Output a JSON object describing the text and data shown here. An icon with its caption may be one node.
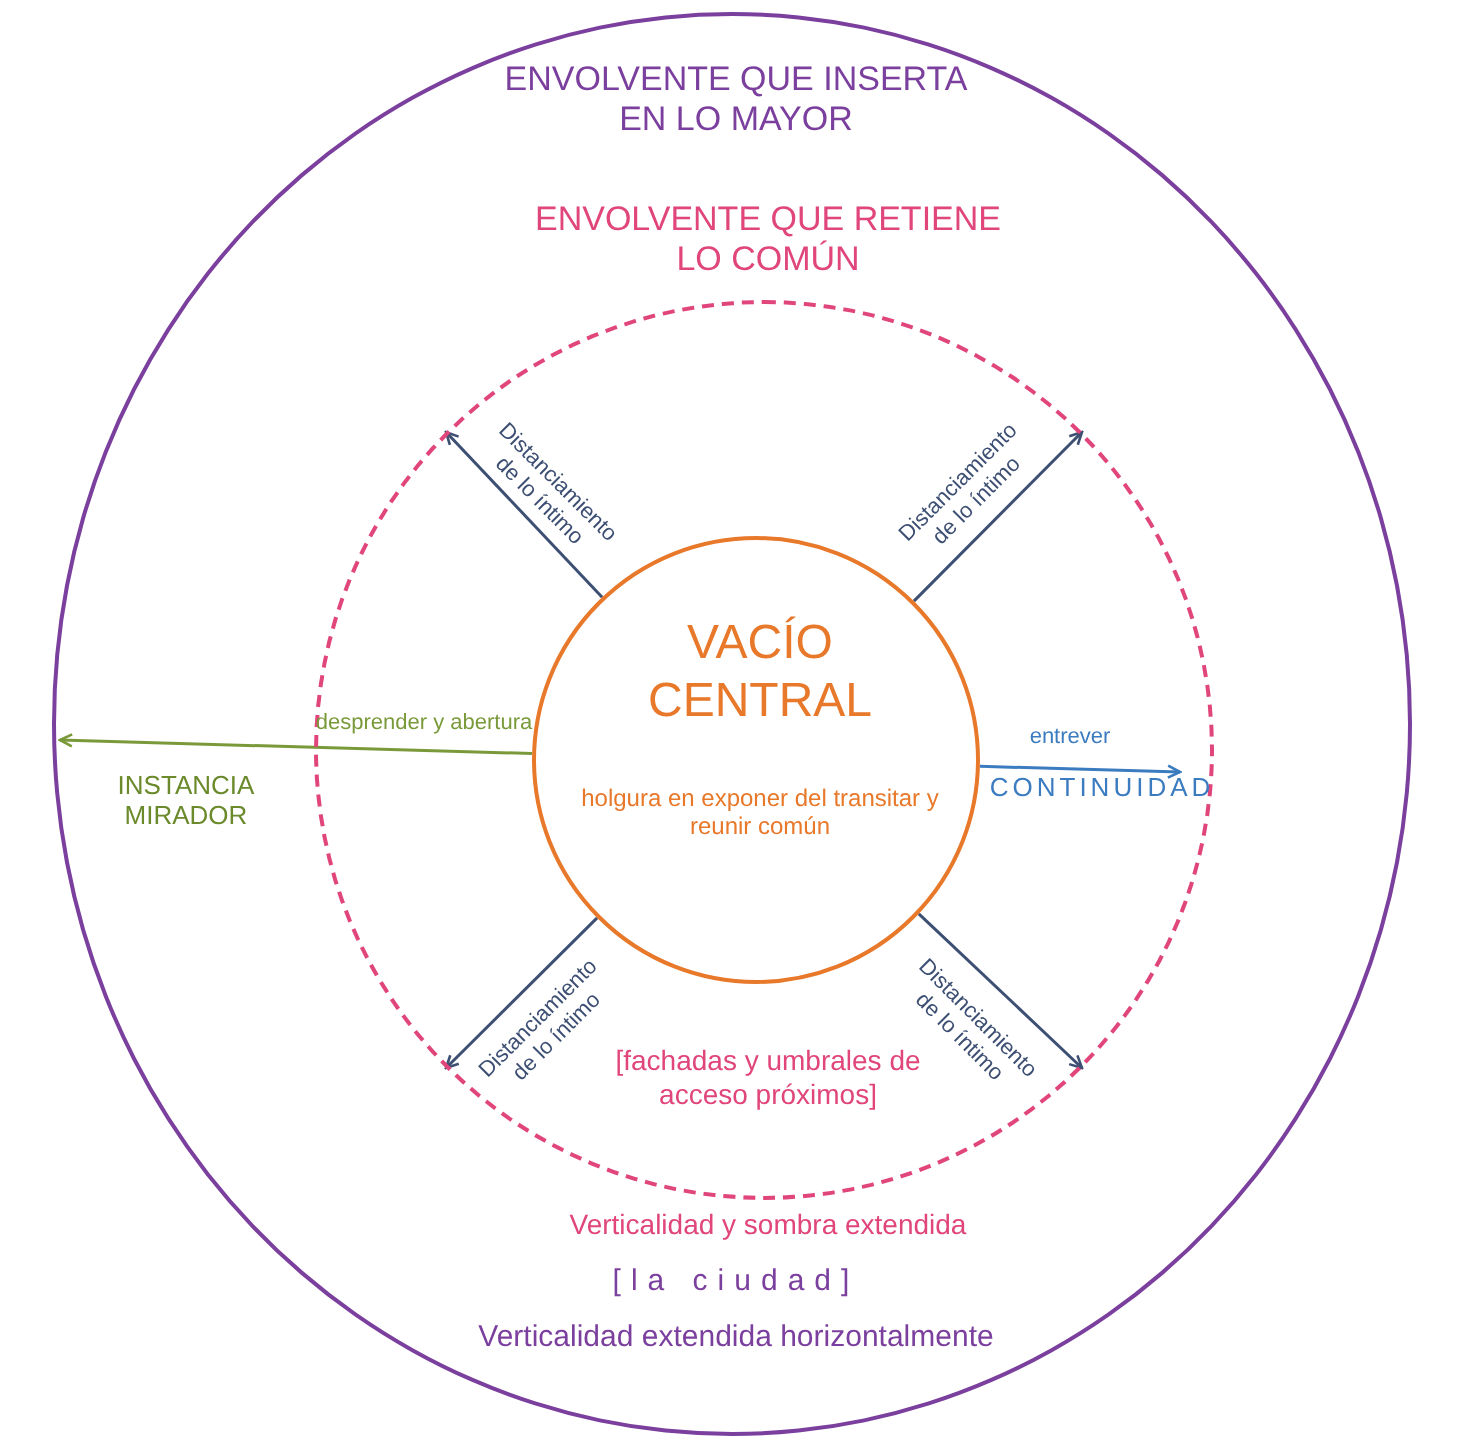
{
  "diagram": {
    "nodes": [
      {
        "text": [
          "ENVOLVENTE QUE INSERTA EN LO MAYOR",
          "[la ciudad]",
          "Verticalidad extendida horizontalmente"
        ]
      },
      {
        "text": [
          "ENVOLVENTE QUE RETIENE LO COMÚN",
          "[fachadas y umbrales de acceso próximos]",
          "Verticalidad y sombra extendida"
        ],
        "in": 0
      },
      {
        "text": [
          "VACÍO CENTRAL",
          "holgura en exponer del transitar y reunir común"
        ],
        "in": 1
      },
      {
        "text": [
          "CONTINUIDAD"
        ],
        "in": 1
      }
    ],
    "edges": [
      {
        "from": 2,
        "to": null,
        "arrow": "to",
        "label": "Distanciamiento de lo íntimo"
      },
      {
        "from": 2,
        "to": null,
        "arrow": "to",
        "label": "Distanciamiento de lo íntimo"
      },
      {
        "from": 2,
        "to": null,
        "arrow": "to",
        "label": "desprender y abertura",
        "color": "#7a9a3a"
      },
      {
        "from": 2,
        "to": 3,
        "arrow": "to",
        "label": "entrever",
        "color": "#3b7bbf"
      },
      {
        "from": 2,
        "to": null,
        "arrow": "to",
        "label": "Distanciamiento de lo íntimo"
      },
      {
        "from": 2,
        "to": null,
        "arrow": "to",
        "label": "Distanciamiento de lo íntimo"
      }
    ],
    "labels": [
      "INSTANCIA MIRADOR"
    ]
  }
}
